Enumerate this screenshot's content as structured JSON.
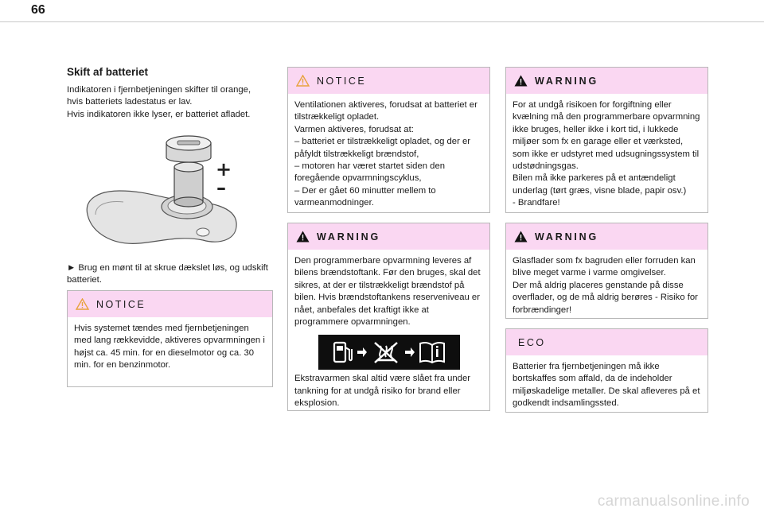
{
  "page": {
    "number": "66"
  },
  "left": {
    "heading": "Skift af batteriet",
    "intro": "Indikatoren i fjernbetjeningen skifter til orange,\nhvis batteriets ladestatus er lav.\nHvis indikatoren ikke lyser, er batteriet afladet.",
    "instruction": "► Brug en mønt til at skrue dækslet løs, og udskift batteriet.",
    "illustration_plus": "+",
    "illustration_minus": "–"
  },
  "notice_left": {
    "label": "NOTICE",
    "text": "Hvis systemet tændes med fjernbetjeningen med lang rækkevidde, aktiveres opvarmningen i højst ca. 45 min. for en dieselmotor og ca. 30 min. for en benzinmotor."
  },
  "notice_mid": {
    "label": "NOTICE",
    "text": "Ventilationen aktiveres, forudsat at batteriet er tilstrækkeligt opladet.\nVarmen aktiveres, forudsat at:\n–  batteriet er tilstrækkeligt opladet, og der er påfyldt tilstrækkeligt brændstof,\n–  motoren har været startet siden den foregående opvarmningscyklus,\n–  Der er gået 60 minutter mellem to varmeanmodninger."
  },
  "warning_mid": {
    "label": "WARNING",
    "text": "Den programmerbare opvarmning leveres af bilens brændstoftank. Før den bruges, skal det sikres, at der er tilstrækkeligt brændstof på bilen. Hvis brændstoftankens reserveniveau er nået, anbefales det kraftigt ikke at programmere opvarmningen.",
    "after_text": "Ekstravarmen skal altid være slået fra under tankning for at undgå risiko for brand eller eksplosion."
  },
  "warning_right_1": {
    "label": "WARNING",
    "text": "For at undgå risikoen for forgiftning eller kvælning må den programmerbare opvarmning ikke bruges, heller ikke i kort tid, i lukkede miljøer som fx en garage eller et værksted, som ikke er udstyret med udsugningssystem til udstødningsgas.\nBilen må ikke parkeres på et antændeligt underlag (tørt græs, visne blade, papir osv.)\n- Brandfare!"
  },
  "warning_right_2": {
    "label": "WARNING",
    "text": "Glasflader som fx bagruden eller forruden kan blive meget varme i varme omgivelser.\nDer må aldrig placeres genstande på disse overflader, og de må aldrig berøres - Risiko for forbrændinger!"
  },
  "eco": {
    "label": "ECO",
    "text": "Batterier fra fjernbetjeningen må ikke bortskaffes som affald, da de indeholder miljøskadelige metaller. De skal afleveres på et godkendt indsamlingssted."
  },
  "watermark": "carmanualsonline.info",
  "colors": {
    "box_header": "#fad7f2",
    "box_border": "#b8b8b8",
    "notice_icon": "#e8a23c"
  }
}
